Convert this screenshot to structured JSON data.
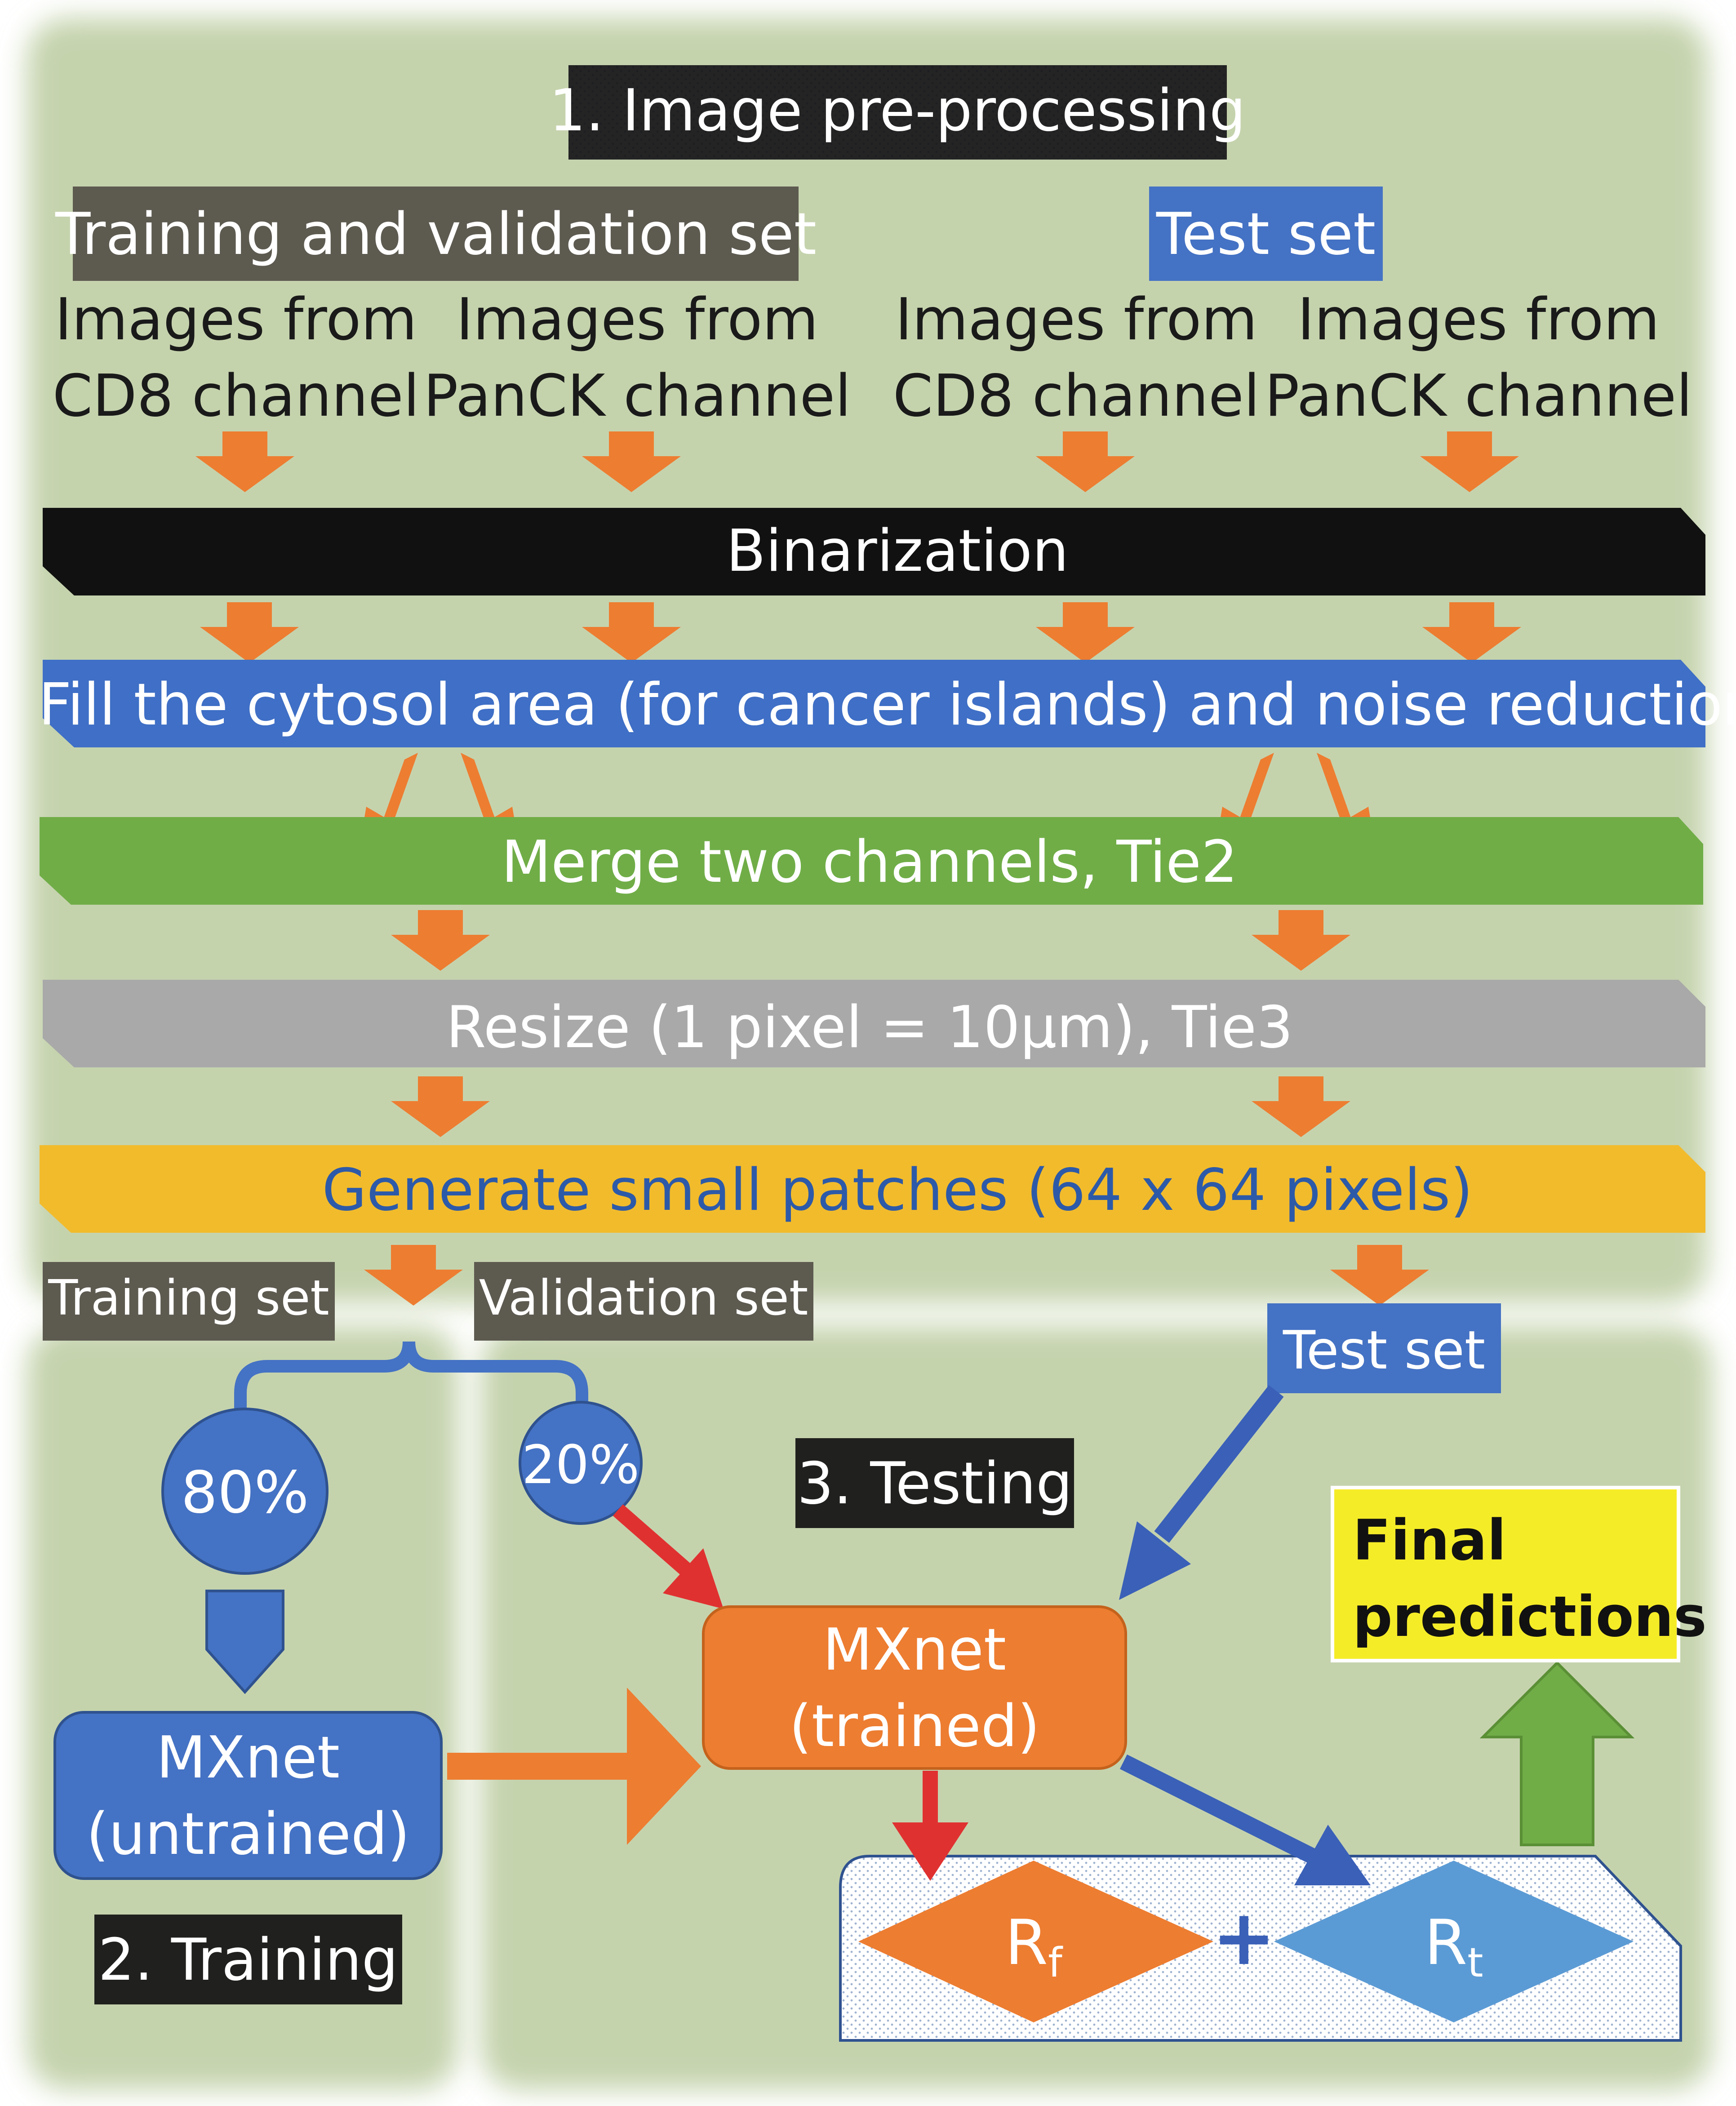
{
  "colors": {
    "panel_green": "#c5d3ad",
    "dark_label": "#5d5a50",
    "blue": "#4472c4",
    "binarization_black": "#111111",
    "fill_blue": "#3f6fc6",
    "merge_green": "#70ad47",
    "resize_gray": "#a9a9a9",
    "patches_yellow": "#f2bb2c",
    "orange": "#ed7d31",
    "red": "#e03131",
    "arrow_blue": "#3a60b8",
    "final_yellow": "#f5ec28",
    "up_green": "#70ad47",
    "diamond_blue": "#5b9bd5"
  },
  "stages": {
    "preprocessing": "1. Image pre-processing",
    "training": "2. Training",
    "testing": "3. Testing"
  },
  "top": {
    "train_val_set": "Training and validation set",
    "test_set": "Test set",
    "sources": [
      {
        "line1": "Images from",
        "line2": "CD8 channel"
      },
      {
        "line1": "Images from",
        "line2": "PanCK channel"
      },
      {
        "line1": "Images from",
        "line2": "CD8 channel"
      },
      {
        "line1": "Images from",
        "line2": "PanCK channel"
      }
    ]
  },
  "steps": {
    "binarization": "Binarization",
    "fill": "Fill the cytosol area (for cancer islands) and noise reduction",
    "merge": "Merge two channels, Tie2",
    "resize": "Resize (1 pixel = 10μm), Tie3",
    "patches": "Generate small patches (64 x 64 pixels)"
  },
  "split": {
    "training_set": "Training set",
    "validation_set": "Validation set",
    "test_set": "Test set",
    "train_pct": "80%",
    "val_pct": "20%"
  },
  "models": {
    "untrained_line1": "MXnet",
    "untrained_line2": "(untrained)",
    "trained_line1": "MXnet",
    "trained_line2": "(trained)"
  },
  "results": {
    "rf_main": "R",
    "rf_sub": "f",
    "rt_main": "R",
    "rt_sub": "t",
    "plus": "+",
    "final_line1": "Final",
    "final_line2": "predictions"
  }
}
